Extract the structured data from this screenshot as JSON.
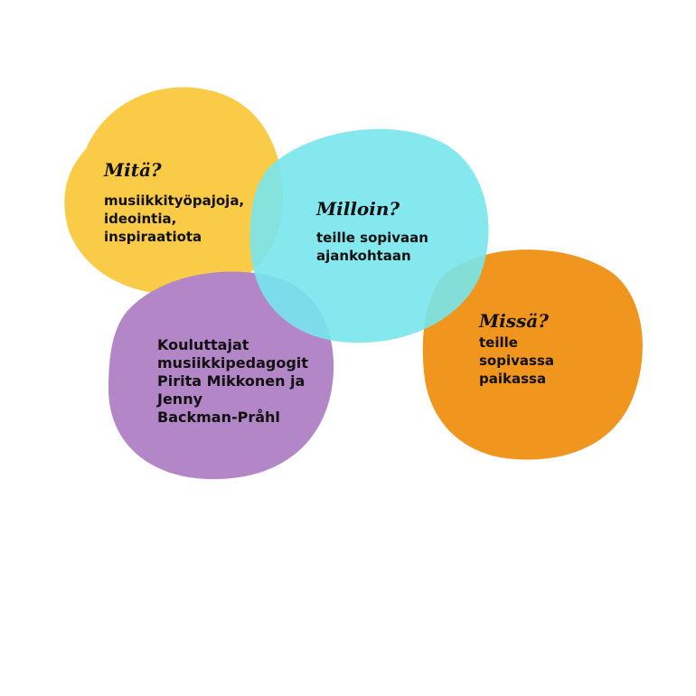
{
  "colors": {
    "yellow": "#FACB47",
    "cyan": "#77E6EC",
    "purple": "#B386C7",
    "orange": "#F0961F",
    "text": "#111111"
  },
  "bubbles": {
    "what": {
      "heading": "Mitä?",
      "lines": [
        "musiikkityöpajoja,",
        "ideointia,",
        "inspiraatiota"
      ]
    },
    "when": {
      "heading": "Milloin?",
      "lines": [
        "teille sopivaan",
        "ajankohtaan"
      ]
    },
    "trainers": {
      "lines": [
        "Kouluttajat",
        "musiikkipedagogit",
        "Pirita Mikkonen ja",
        "Jenny",
        "Backman-Pråhl"
      ]
    },
    "where": {
      "heading": "Missä?",
      "lines": [
        "teille",
        "sopivassa",
        "paikassa"
      ]
    }
  }
}
